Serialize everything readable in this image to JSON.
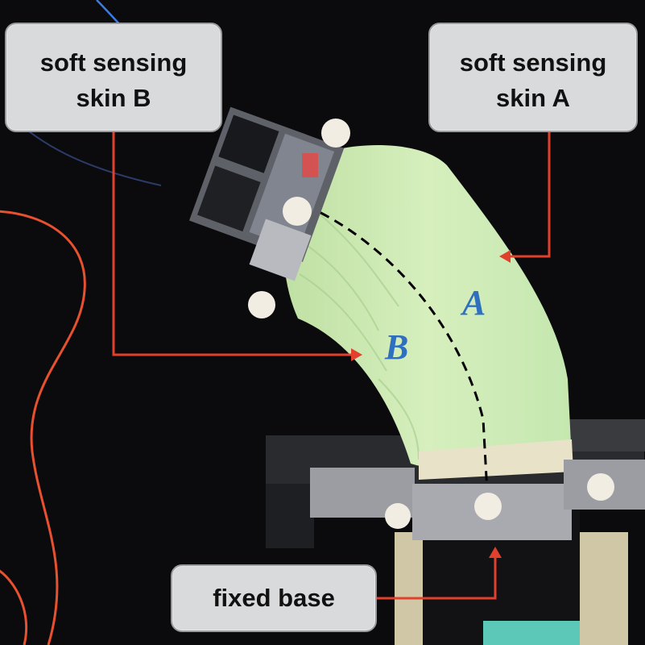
{
  "labels": {
    "skin_b": [
      "soft sensing",
      "skin B"
    ],
    "skin_a": [
      "soft sensing",
      "skin A"
    ],
    "fixed_base": "fixed base"
  },
  "letters": {
    "a": "A",
    "b": "B"
  },
  "colors": {
    "background": "#0b0b0d",
    "actuator_skin": "#cfeab4",
    "arrow": "#e0402c",
    "letter": "#2f6fc0",
    "wire": "#e8512f"
  }
}
